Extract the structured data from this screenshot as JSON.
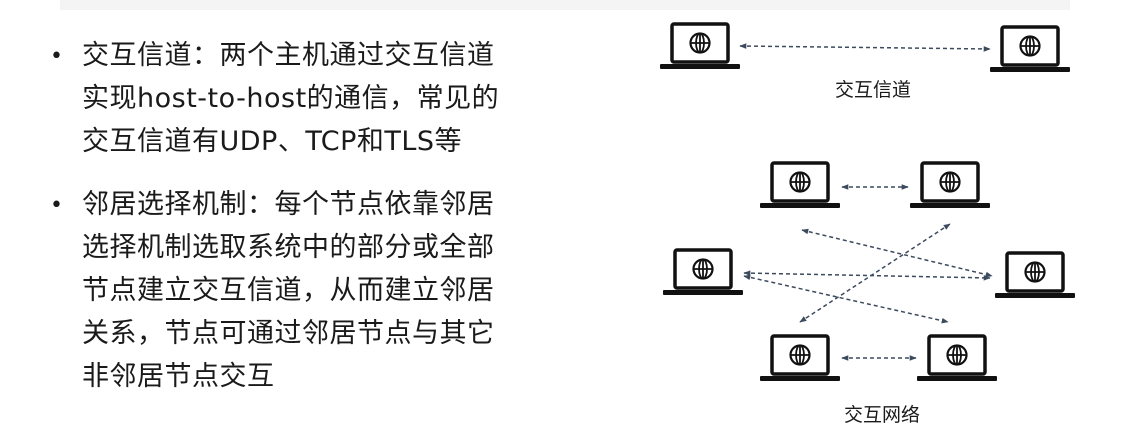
{
  "bullets": [
    {
      "lines": [
        "交互信道：两个主机通过交互信道",
        "实现host-to-host的通信，常见的",
        "交互信道有UDP、TCP和TLS等"
      ]
    },
    {
      "lines": [
        "邻居选择机制：每个节点依靠邻居",
        "选择机制选取系统中的部分或全部",
        "节点建立交互信道，从而建立邻居",
        "关系，节点可通过邻居节点与其它",
        "非邻居节点交互"
      ]
    }
  ],
  "bullet_symbol": "•",
  "diagram": {
    "channel_label": "交互信道",
    "network_label": "交互网络",
    "icon": "laptop-globe-icon",
    "line_color": "#3c4a5e"
  }
}
